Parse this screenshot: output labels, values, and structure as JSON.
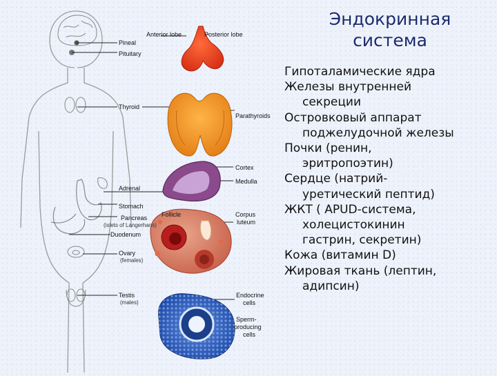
{
  "title_lines": [
    "Эндокринная",
    "система"
  ],
  "figure_labels": {
    "anterior_lobe": "Anterior lobe",
    "posterior_lobe": "Posterior lobe",
    "pineal": "Pineal",
    "pituitary": "Pituitary",
    "thyroid": "Thyroid",
    "parathyroids": "Parathyroids",
    "cortex": "Cortex",
    "medulla": "Medulla",
    "adrenal": "Adrenal",
    "stomach": "Stomach",
    "pancreas": "Pancreas",
    "islets": "(islets of Langerhans)",
    "duodenum": "Duodenum",
    "follicle": "Follicle",
    "corpus": "Corpus",
    "luteum": "luteum",
    "ovary": "Ovary",
    "females": "(females)",
    "testis": "Testis",
    "males": "(males)",
    "endocrine": "Endocrine",
    "cells1": "cells",
    "sperm": "Sperm-",
    "producing": "producing",
    "cells2": "cells"
  },
  "list": [
    {
      "line": "Гипоталамические ядра",
      "cont": ""
    },
    {
      "line": "Железы внутренней",
      "cont": "секреции"
    },
    {
      "line": "Островковый аппарат",
      "cont": "поджелудочной железы"
    },
    {
      "line": "Почки (ренин,",
      "cont": "эритропоэтин)"
    },
    {
      "line": "Сердце (натрий-",
      "cont": "уретический пептид)"
    },
    {
      "line": "ЖКТ ( APUD-система,",
      "cont": "холецистокинин"
    },
    {
      "line": "",
      "cont": "гастрин, секретин)"
    },
    {
      "line": "Кожа (витамин D)",
      "cont": ""
    },
    {
      "line": "Жировая ткань (лептин,",
      "cont": "адипсин)"
    }
  ]
}
